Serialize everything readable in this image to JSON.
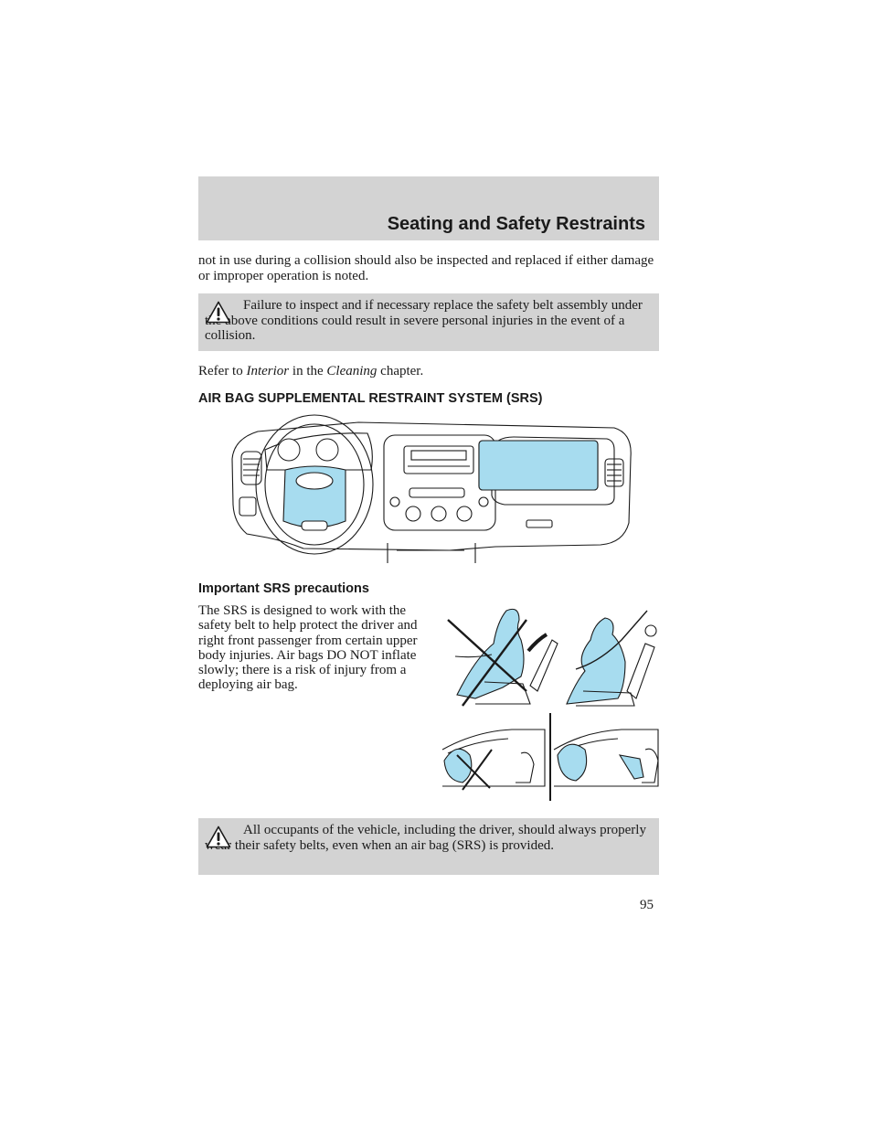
{
  "header": {
    "title": "Seating and Safety Restraints"
  },
  "intro": {
    "text": "not in use during a collision should also be inspected and replaced if either damage or improper operation is noted."
  },
  "warning1": {
    "icon": "warning-triangle-icon",
    "text": "Failure to inspect and if necessary replace the safety belt assembly under the above conditions could result in severe personal injuries in the event of a collision."
  },
  "refer": {
    "prefix": "Refer to ",
    "term1": "Interior",
    "middle": " in the ",
    "term2": "Cleaning",
    "suffix": " chapter."
  },
  "section": {
    "heading": "AIR BAG SUPPLEMENTAL RESTRAINT SYSTEM (SRS)"
  },
  "dashboard_figure": {
    "icon": "dashboard-airbag-illustration"
  },
  "precautions": {
    "heading": "Important SRS precautions",
    "text": "The SRS is designed to work with the safety belt to help protect the driver and right front passenger from certain upper body injuries. Air bags DO NOT inflate slowly; there is a risk of injury from a deploying air bag."
  },
  "occupant_figure": {
    "icon": "occupant-position-illustration"
  },
  "child_seat_figure": {
    "icon": "rear-facing-child-seat-illustration"
  },
  "warning2": {
    "icon": "warning-triangle-icon",
    "text": "All occupants of the vehicle, including the driver, should always properly wear their safety belts, even when an air bag (SRS) is provided."
  },
  "page": {
    "number": "95"
  },
  "colors": {
    "band": "#d3d3d3",
    "airbag_blue": "#a7dcef",
    "text": "#1a1a1a"
  }
}
